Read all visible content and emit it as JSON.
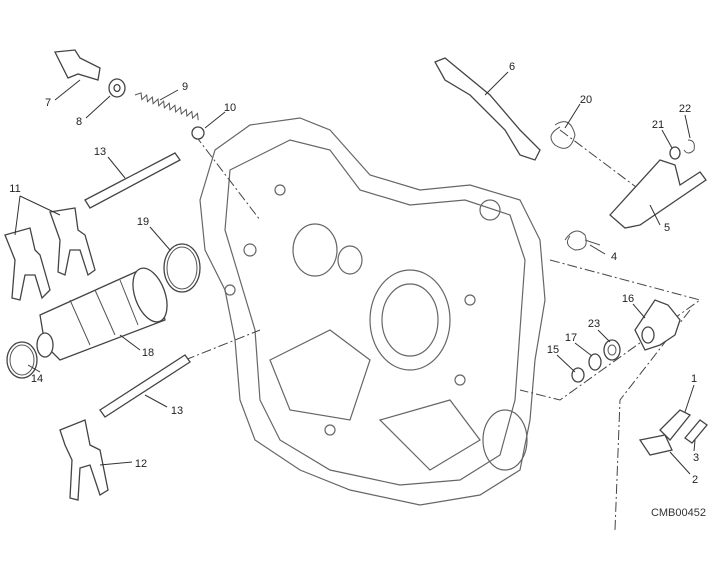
{
  "diagram": {
    "code": "CMB00452",
    "labels": [
      "1",
      "2",
      "3",
      "4",
      "5",
      "6",
      "7",
      "8",
      "9",
      "10",
      "11",
      "12",
      "13",
      "13",
      "14",
      "15",
      "16",
      "17",
      "18",
      "19",
      "20",
      "21",
      "22",
      "23"
    ]
  }
}
